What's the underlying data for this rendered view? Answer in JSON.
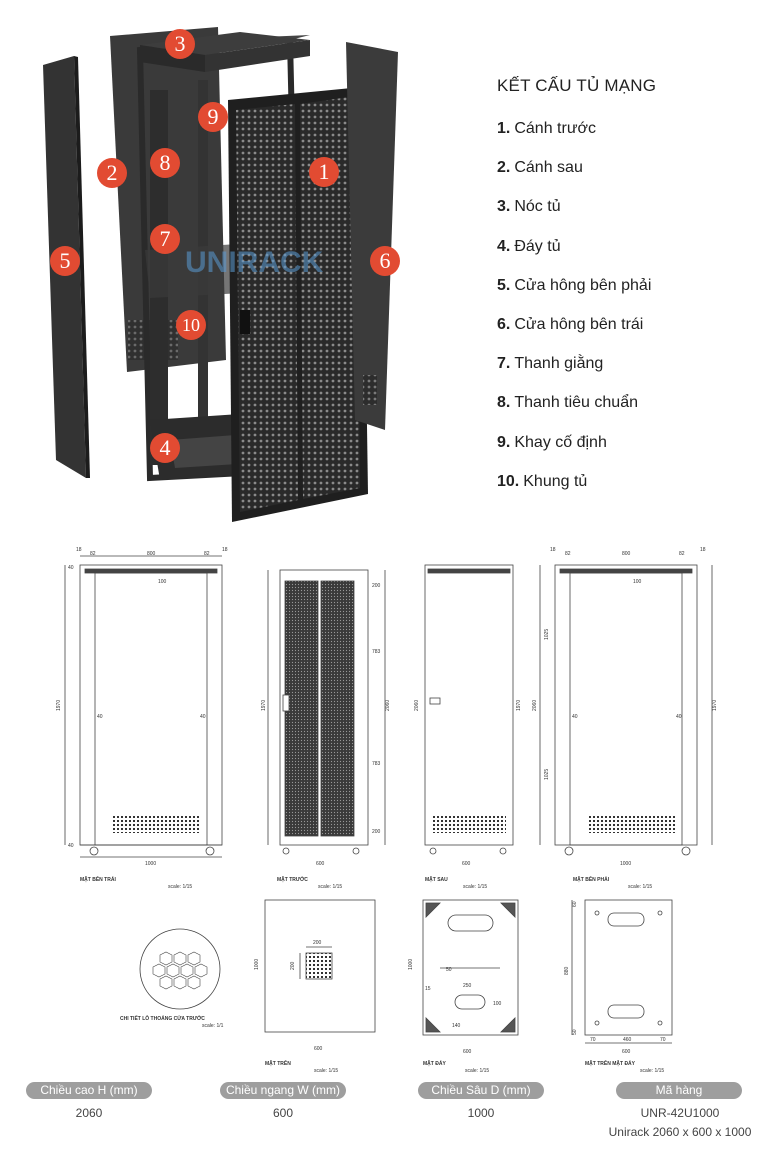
{
  "legend": {
    "title": "KẾT CẤU TỦ MẠNG",
    "items": [
      {
        "num": "1.",
        "label": "Cánh trước"
      },
      {
        "num": "2.",
        "label": "Cánh sau"
      },
      {
        "num": "3.",
        "label": "Nóc tủ"
      },
      {
        "num": "4.",
        "label": "Đáy tủ"
      },
      {
        "num": "5.",
        "label": "Cửa hông bên phải"
      },
      {
        "num": "6.",
        "label": "Cửa hông bên trái"
      },
      {
        "num": "7.",
        "label": "Thanh giằng"
      },
      {
        "num": "8.",
        "label": "Thanh tiêu chuẩn"
      },
      {
        "num": "9.",
        "label": "Khay cố định"
      },
      {
        "num": "10.",
        "label": "Khung tủ"
      }
    ]
  },
  "callouts": [
    "1",
    "2",
    "3",
    "4",
    "5",
    "6",
    "7",
    "8",
    "9",
    "10"
  ],
  "watermark": "UNIRACK",
  "drawings": {
    "left_view": {
      "label": "MẶT BÊN TRÁI",
      "scale": "scale: 1/15",
      "dims": [
        "18",
        "82",
        "800",
        "82",
        "18",
        "40",
        "100",
        "1970",
        "40",
        "40",
        "40",
        "1000"
      ]
    },
    "front_view": {
      "label": "MẶT TRƯỚC",
      "scale": "scale: 1/15",
      "dims": [
        "200",
        "783",
        "783",
        "200",
        "1970",
        "2060",
        "600"
      ]
    },
    "rear_view": {
      "label": "MẶT SAU",
      "scale": "scale: 1/15",
      "dims": [
        "2060",
        "1970",
        "600"
      ]
    },
    "right_view": {
      "label": "MẶT BÊN PHẢI",
      "scale": "scale: 1/15",
      "dims": [
        "18",
        "82",
        "800",
        "82",
        "18",
        "1025",
        "1025",
        "2060",
        "1970",
        "40",
        "40",
        "100",
        "1000"
      ]
    },
    "vent_detail": {
      "label": "CHI TIẾT LỖ THOÁNG CỬA TRƯỚC",
      "scale": "scale: 1/1"
    },
    "top_view": {
      "label": "MẶT TRÊN",
      "scale": "scale: 1/15",
      "dims": [
        "200",
        "200",
        "1000",
        "600"
      ]
    },
    "bottom_view": {
      "label": "MẶT ĐÁY",
      "scale": "scale: 1/15",
      "dims": [
        "250",
        "100",
        "140",
        "1000",
        "600",
        "15",
        "50"
      ]
    },
    "base_top_view": {
      "label": "MẶT TRÊN MẶT ĐÁY",
      "scale": "scale: 1/15",
      "dims": [
        "880",
        "60",
        "50",
        "70",
        "460",
        "70",
        "600"
      ]
    }
  },
  "specs": [
    {
      "label": "Chiều cao H (mm)",
      "value": "2060"
    },
    {
      "label": "Chiều ngang W (mm)",
      "value": "600"
    },
    {
      "label": "Chiều Sâu D (mm)",
      "value": "1000"
    },
    {
      "label": "Mã hàng",
      "value": "UNR-42U1000",
      "value2": "Unirack 2060 x 600 x 1000"
    }
  ],
  "colors": {
    "callout": "#e24b32",
    "cabinet": "#2b2b2b",
    "pill": "#9e9e9e"
  }
}
